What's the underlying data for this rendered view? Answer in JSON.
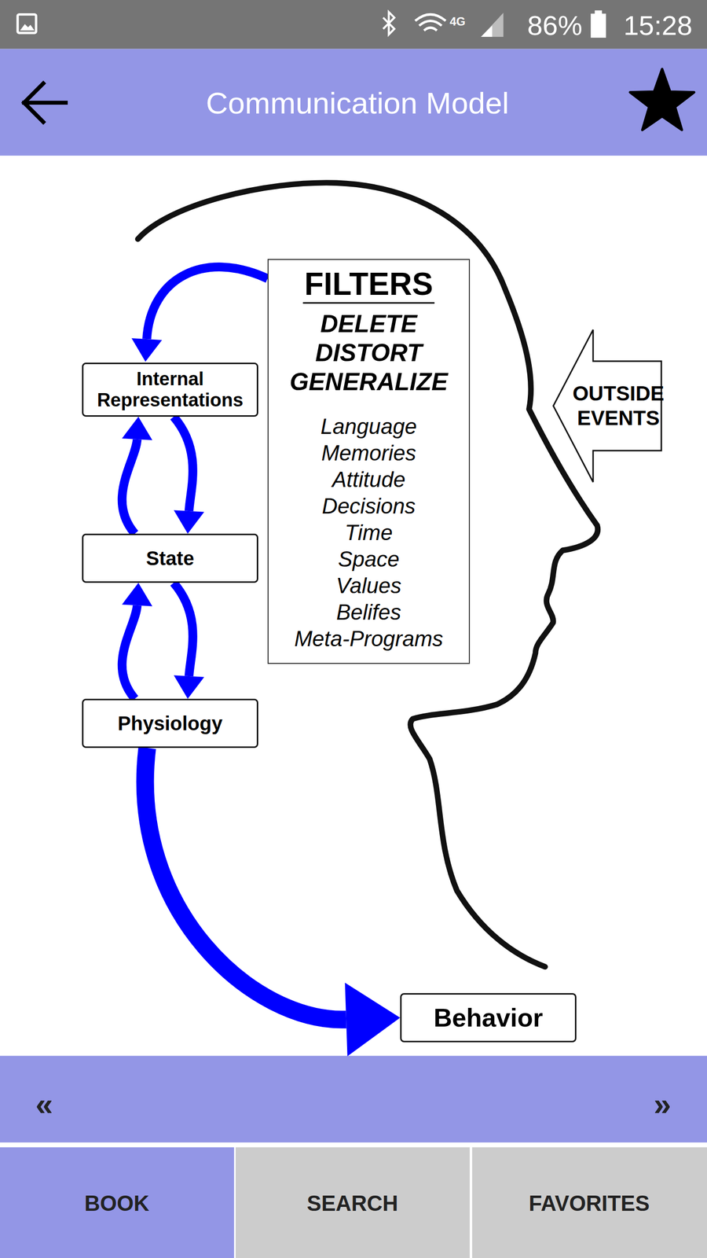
{
  "diagram": {
    "title": "Communication Model",
    "nodes": [
      {
        "text": [
          "FILTERS",
          "DELETE",
          "DISTORT",
          "GENERALIZE",
          "Language",
          "Memories",
          "Attitude",
          "Decisions",
          "Time",
          "Space",
          "Values",
          "Belifes",
          "Meta-Programs"
        ]
      },
      {
        "text": [
          "OUTSIDE EVENTS"
        ]
      },
      {
        "text": [
          "Internal Representations"
        ]
      },
      {
        "text": [
          "State"
        ]
      },
      {
        "text": [
          "Physiology"
        ]
      },
      {
        "text": [
          "Behavior"
        ]
      }
    ],
    "edges": [
      {
        "from": 0,
        "to": 2,
        "arrow": "to"
      },
      {
        "from": 2,
        "to": 3,
        "arrow": "to"
      },
      {
        "from": 3,
        "to": 2,
        "arrow": "to"
      },
      {
        "from": 3,
        "to": 4,
        "arrow": "to"
      },
      {
        "from": 4,
        "to": 3,
        "arrow": "to"
      },
      {
        "from": 4,
        "to": 5,
        "arrow": "to"
      }
    ],
    "labels": [
      "4G",
      "86%",
      "15:28",
      "«",
      "»",
      "BOOK",
      "SEARCH",
      "FAVORITES"
    ]
  }
}
